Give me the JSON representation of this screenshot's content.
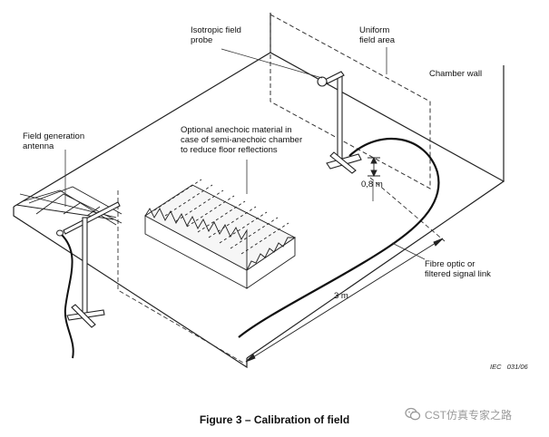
{
  "labels": {
    "probe": "Isotropic field\nprobe",
    "uniform_field": "Uniform\nfield area",
    "chamber_wall": "Chamber wall",
    "antenna": "Field generation\nantenna",
    "anechoic": "Optional anechoic material in\ncase of semi-anechoic chamber\nto reduce floor reflections",
    "height": "0,8 m",
    "fibre": "Fibre optic or\nfiltered signal link",
    "distance": "3 m"
  },
  "iec_ref": "IEC   031/06",
  "caption": "Figure 3 – Calibration of field",
  "watermark": {
    "text": "CST仿真专家之路",
    "icon": "wechat-icon"
  }
}
